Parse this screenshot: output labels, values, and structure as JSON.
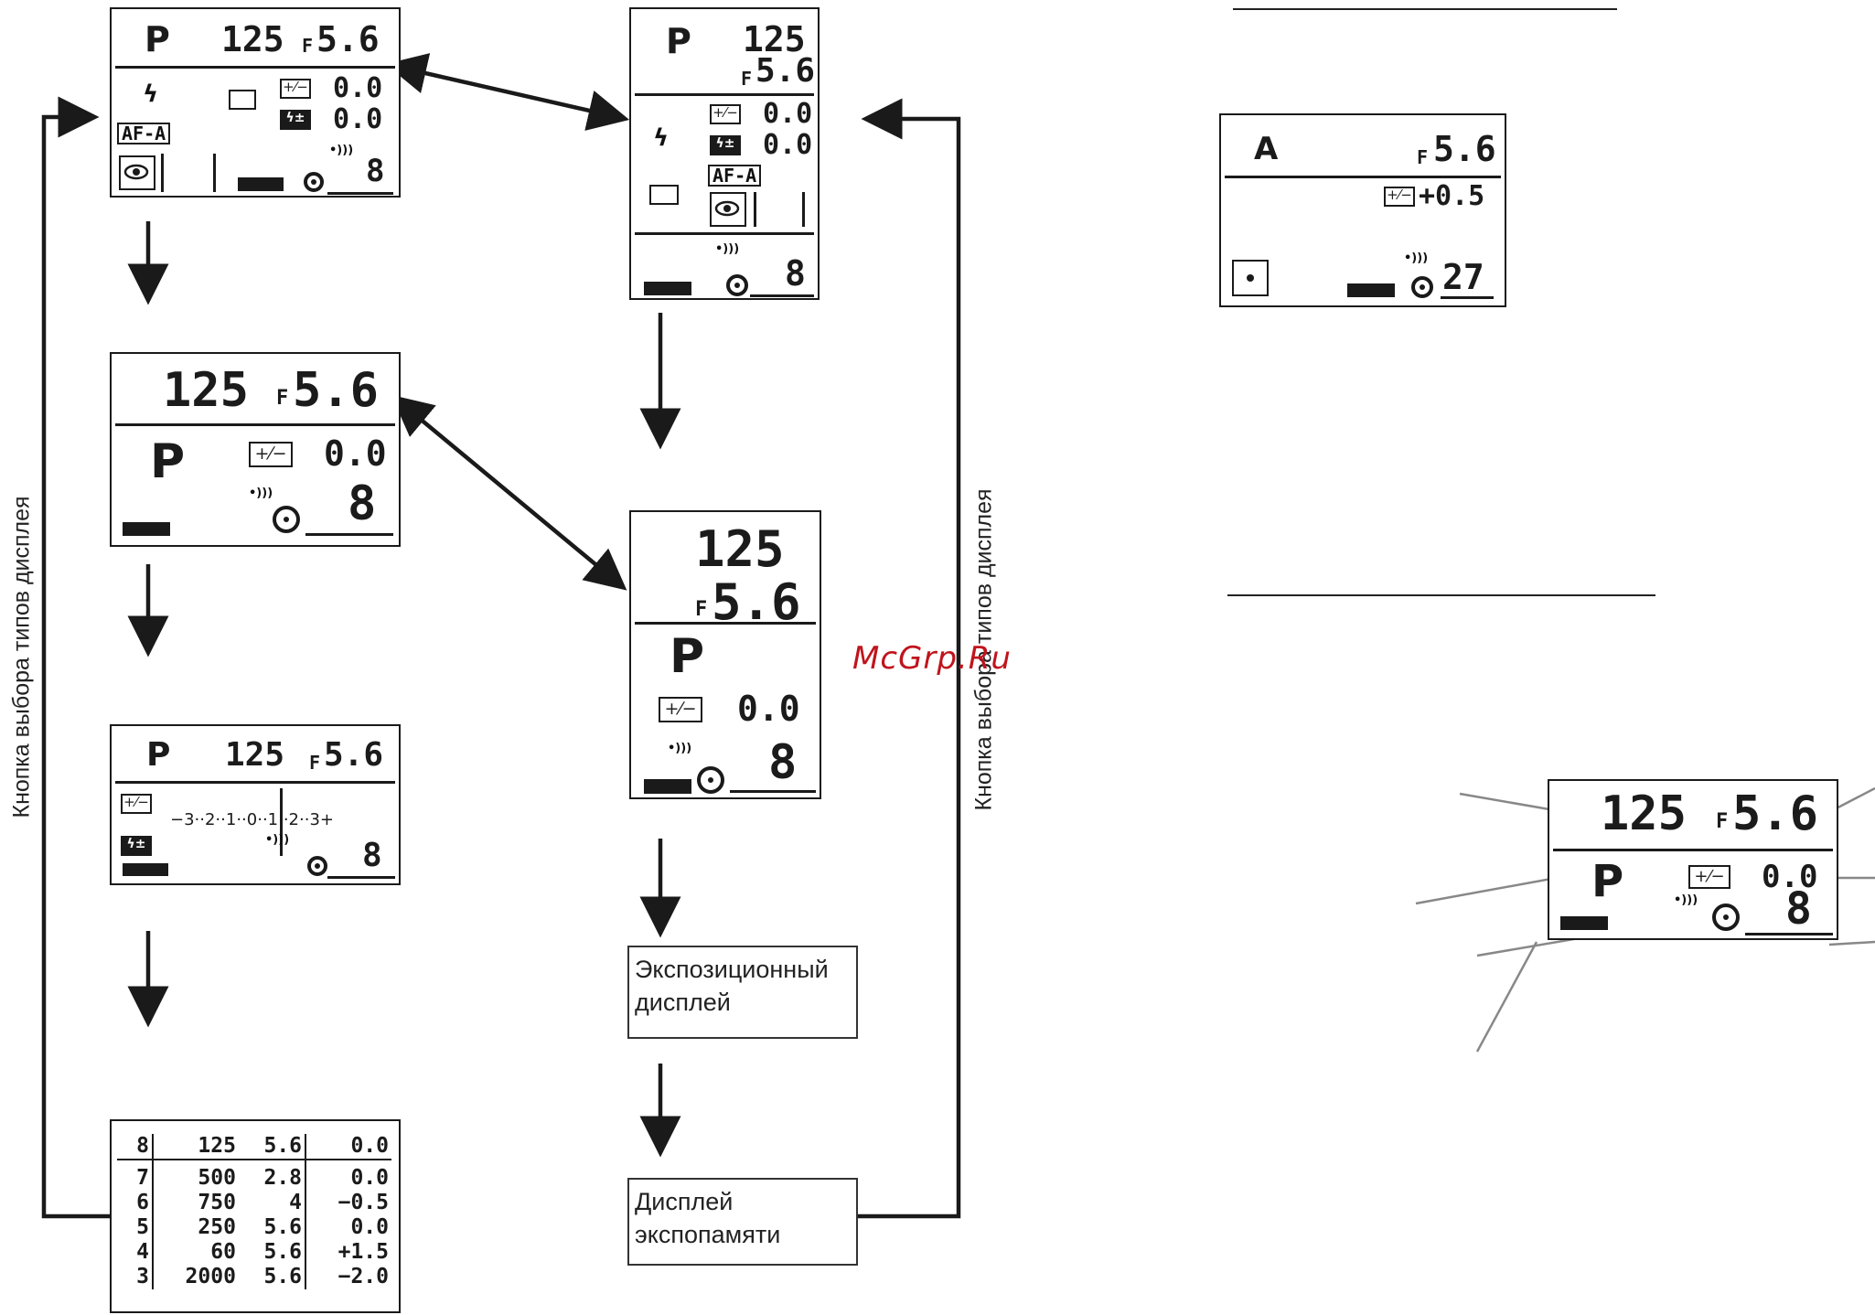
{
  "screens": {
    "s1": {
      "mode": "P",
      "shutter": "125",
      "aperture_prefix": "F",
      "aperture": "5.6",
      "ev": "0.0",
      "flash_ev": "0.0",
      "af": "AF-A",
      "frames": "8"
    },
    "s2": {
      "shutter": "125",
      "aperture_prefix": "F",
      "aperture": "5.6",
      "mode": "P",
      "ev": "0.0",
      "frames": "8"
    },
    "s3": {
      "mode": "P",
      "shutter": "125",
      "aperture_prefix": "F",
      "aperture": "5.6",
      "scale": "−3··2··1··0··1··2··3+",
      "frames": "8"
    },
    "s5": {
      "mode": "P",
      "shutter": "125",
      "aperture_prefix": "F",
      "aperture": "5.6",
      "ev": "0.0",
      "flash_ev": "0.0",
      "af": "AF-A",
      "frames": "8"
    },
    "s6": {
      "shutter": "125",
      "aperture_prefix": "F",
      "aperture": "5.6",
      "mode": "P",
      "ev": "0.0",
      "frames": "8"
    },
    "s7": {
      "mode": "A",
      "aperture_prefix": "F",
      "aperture": "5.6",
      "ev": "+0.5",
      "frames": "27"
    },
    "s8": {
      "shutter": "125",
      "aperture_prefix": "F",
      "aperture": "5.6",
      "mode": "P",
      "ev": "0.0",
      "frames": "8"
    }
  },
  "memory_table": {
    "header": [
      "8",
      "125",
      "5.6",
      "0.0"
    ],
    "rows": [
      [
        "7",
        "500",
        "2.8",
        "0.0"
      ],
      [
        "6",
        "750",
        "4",
        "−0.5"
      ],
      [
        "5",
        "250",
        "5.6",
        "0.0"
      ],
      [
        "4",
        "60",
        "5.6",
        "+1.5"
      ],
      [
        "3",
        "2000",
        "5.6",
        "−2.0"
      ]
    ]
  },
  "labels": {
    "exposure_display_line1": "Экспозиционный",
    "exposure_display_line2": "дисплей",
    "memory_display_line1": "Дисплей",
    "memory_display_line2": "экспопамяти",
    "left_button": "Кнопка выбора типов дисплея",
    "right_button": "Кнопка выбора типов дисплея"
  },
  "watermark": "McGrp.Ru",
  "colors": {
    "ink": "#1a1a1a",
    "watermark": "#c0141c"
  }
}
